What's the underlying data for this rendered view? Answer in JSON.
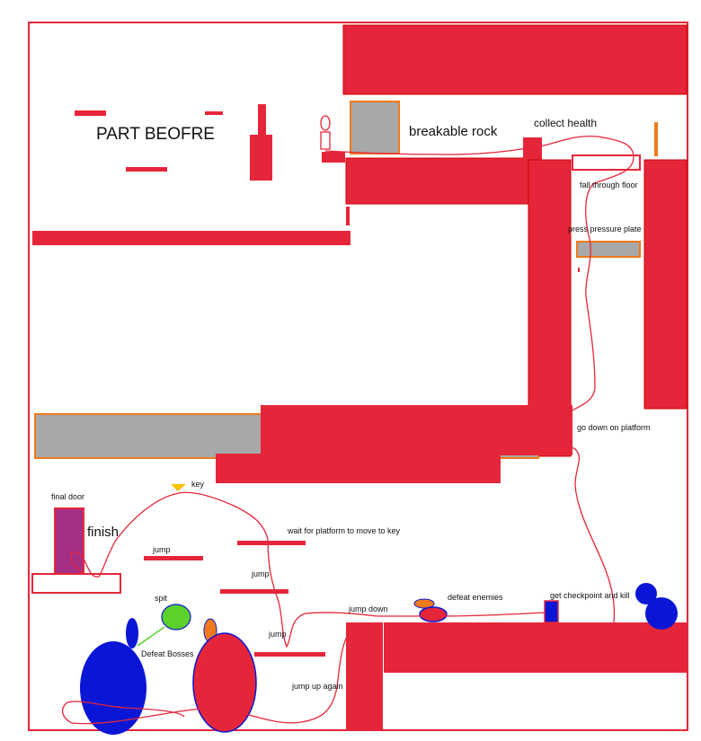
{
  "colors": {
    "wall": "#e5263a",
    "stone": "#a8a8a8",
    "stone_border": "#f07a1a",
    "door": "#a62f86",
    "boss": "#0a16d6",
    "spit": "#5bd12a",
    "key": "#ffc000",
    "path": "#e5263a"
  },
  "labels": {
    "title": "PART BEOFRE",
    "breakable_rock": "breakable rock",
    "collect_health": "collect health",
    "fall_through_floor": "fall through floor",
    "press_pressure_plate": "press pressure plate",
    "go_down_on_platform": "go down on platform",
    "final_door": "final door",
    "finish": "finish",
    "key": "key",
    "jump_1": "jump",
    "jump_2": "jump",
    "jump_3": "jump",
    "wait_for_platform": "wait for platform to move to key",
    "spit": "spit",
    "defeat_bosses": "Defeat Bosses",
    "jump_down": "jump down",
    "defeat_enemies": "defeat enemies",
    "get_checkpoint": "get checkpoint and kill",
    "jump_up_again": "jump up again"
  }
}
